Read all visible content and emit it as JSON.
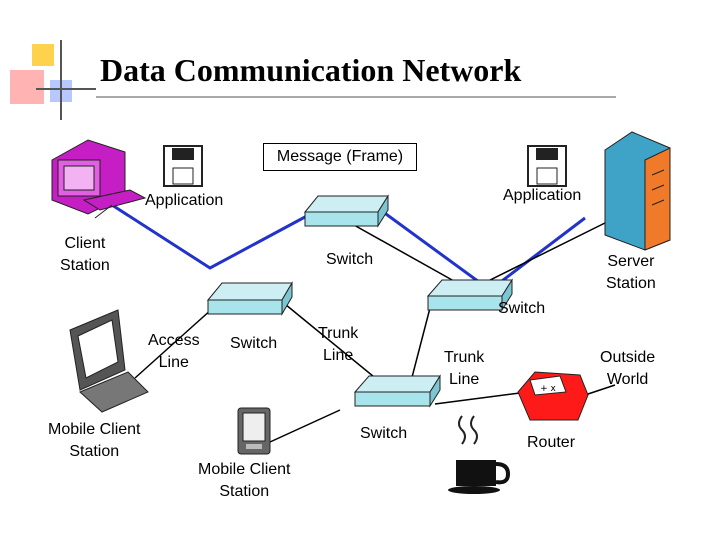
{
  "title": "Data Communication Network",
  "message_box": "Message (Frame)",
  "labels": {
    "application_left": "Application",
    "application_right": "Application",
    "client_station": "Client\nStation",
    "server_station": "Server\nStation",
    "switch_top": "Switch",
    "switch_right": "Switch",
    "switch_left": "Switch",
    "switch_bottom": "Switch",
    "access_line": "Access\nLine",
    "trunk_line_left": "Trunk\nLine",
    "trunk_line_right": "Trunk\nLine",
    "outside_world": "Outside\nWorld",
    "router": "Router",
    "mobile_client_laptop": "Mobile Client\nStation",
    "mobile_client_pda": "Mobile Client\nStation"
  },
  "colors": {
    "message_path": "#2233cc",
    "link_lines": "#000000",
    "switch_body": "#a8e4ec",
    "server": "#3ea3c7",
    "router": "#ff1a1a",
    "client_pc": "#c41ec4"
  },
  "icons": [
    "desktop-pc-icon",
    "floppy-disk-icon",
    "server-tower-icon",
    "network-switch-icon",
    "laptop-icon",
    "pda-icon",
    "router-icon",
    "coffee-cup-icon"
  ]
}
